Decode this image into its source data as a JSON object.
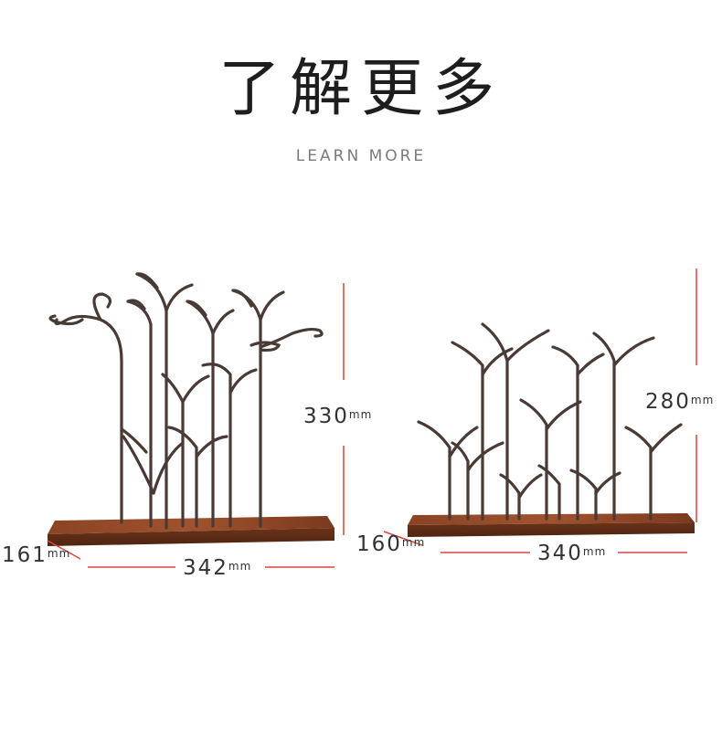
{
  "header": {
    "title": "了解更多",
    "subtitle": "LEARN MORE"
  },
  "products": [
    {
      "height": {
        "value": "330",
        "unit": "mm"
      },
      "depth": {
        "value": "161",
        "unit": "mm"
      },
      "width": {
        "value": "342",
        "unit": "mm"
      }
    },
    {
      "height": {
        "value": "280",
        "unit": "mm"
      },
      "depth": {
        "value": "160",
        "unit": "mm"
      },
      "width": {
        "value": "340",
        "unit": "mm"
      }
    }
  ],
  "colors": {
    "dimension_line": "#e0453e",
    "wood": "#7a3a1e",
    "metal": "#4a3a35"
  }
}
